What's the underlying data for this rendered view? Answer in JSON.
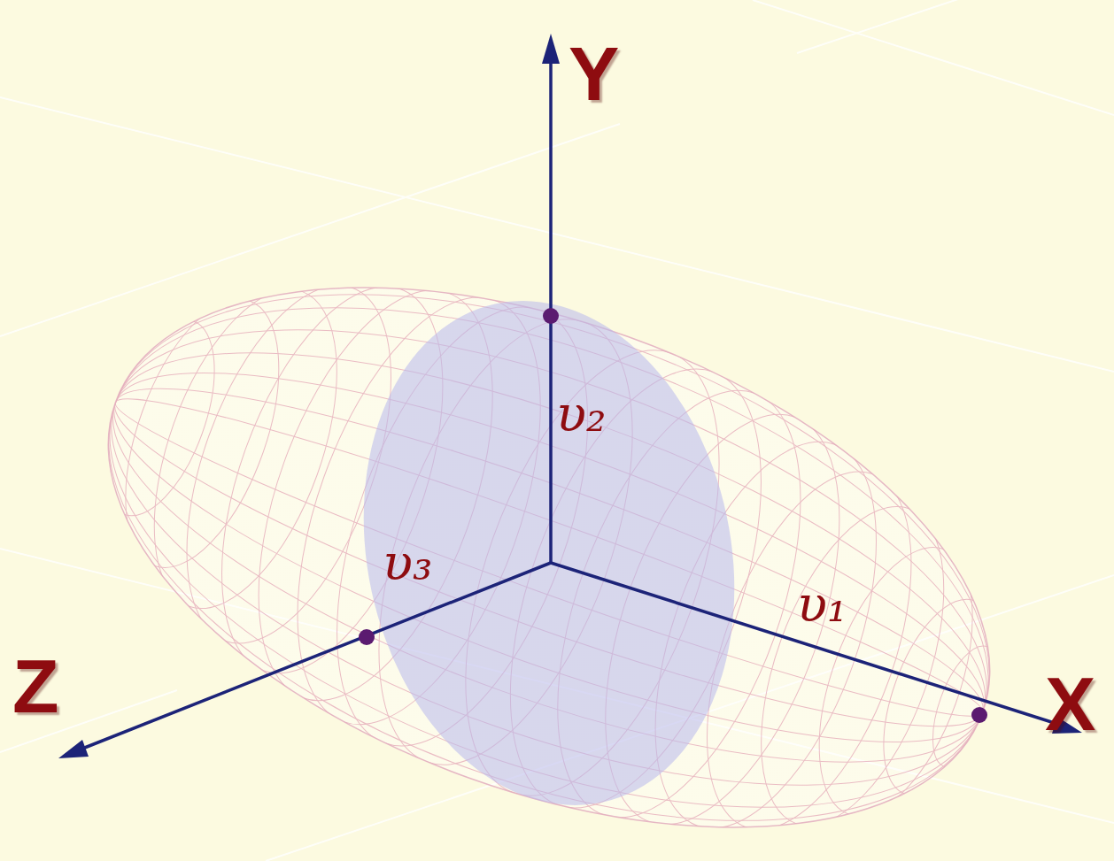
{
  "diagram": {
    "labels": [
      "Y",
      "υ₂",
      "υ₃",
      "υ₁",
      "Z",
      "X"
    ]
  }
}
